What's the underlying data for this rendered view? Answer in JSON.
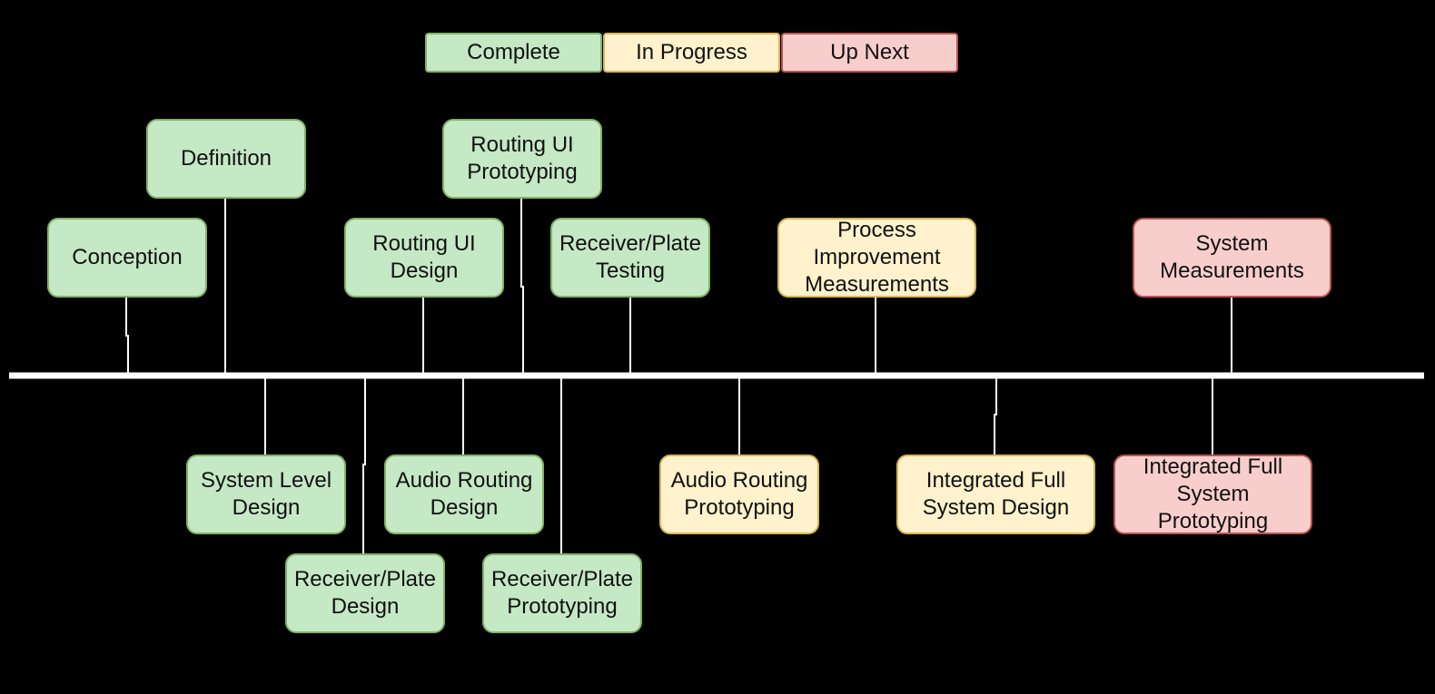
{
  "colors": {
    "background": "#000000",
    "timeline": "#ffffff",
    "connector": "#ffffff",
    "complete": {
      "fill": "#c5e8c5",
      "border": "#82b366"
    },
    "in_progress": {
      "fill": "#fff2cc",
      "border": "#d6b656"
    },
    "up_next": {
      "fill": "#f8cecc",
      "border": "#b85450"
    }
  },
  "legend": {
    "complete": "Complete",
    "in_progress": "In Progress",
    "up_next": "Up Next"
  },
  "milestones": {
    "conception": {
      "label": "Conception",
      "status": "complete"
    },
    "definition": {
      "label": "Definition",
      "status": "complete"
    },
    "routing_ui_design": {
      "label": "Routing UI\nDesign",
      "status": "complete"
    },
    "routing_ui_prototyping": {
      "label": "Routing UI\nPrototyping",
      "status": "complete"
    },
    "receiver_plate_testing": {
      "label": "Receiver/Plate\nTesting",
      "status": "complete"
    },
    "process_improvement_measurements": {
      "label": "Process\nImprovement\nMeasurements",
      "status": "in_progress"
    },
    "system_measurements": {
      "label": "System\nMeasurements",
      "status": "up_next"
    },
    "system_level_design": {
      "label": "System Level\nDesign",
      "status": "complete"
    },
    "receiver_plate_design": {
      "label": "Receiver/Plate\nDesign",
      "status": "complete"
    },
    "audio_routing_design": {
      "label": "Audio Routing\nDesign",
      "status": "complete"
    },
    "receiver_plate_prototyping": {
      "label": "Receiver/Plate\nPrototyping",
      "status": "complete"
    },
    "audio_routing_prototyping": {
      "label": "Audio Routing\nPrototyping",
      "status": "in_progress"
    },
    "integrated_full_system_design": {
      "label": "Integrated Full\nSystem Design",
      "status": "in_progress"
    },
    "integrated_full_system_prototyping": {
      "label": "Integrated Full\nSystem\nPrototyping",
      "status": "up_next"
    }
  }
}
